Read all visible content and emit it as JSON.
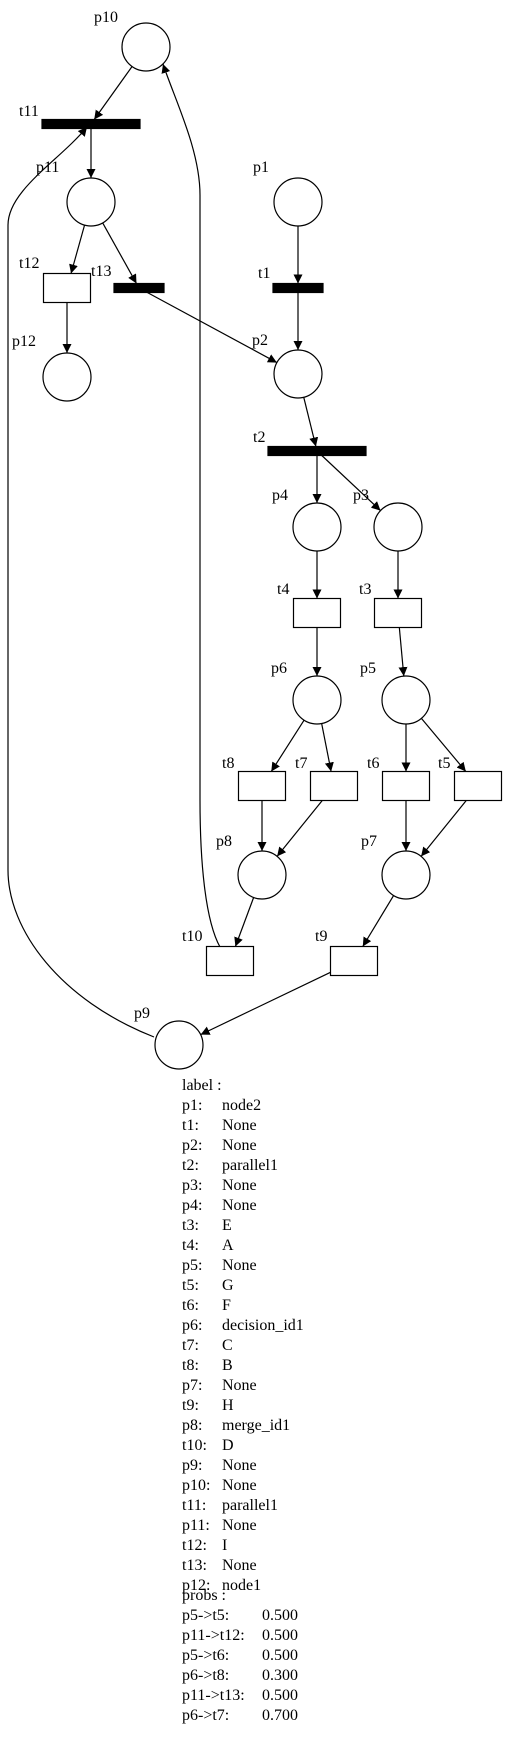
{
  "places": [
    {
      "id": "p1",
      "label": "p1"
    },
    {
      "id": "p2",
      "label": "p2"
    },
    {
      "id": "p3",
      "label": "p3"
    },
    {
      "id": "p4",
      "label": "p4"
    },
    {
      "id": "p5",
      "label": "p5"
    },
    {
      "id": "p6",
      "label": "p6"
    },
    {
      "id": "p7",
      "label": "p7"
    },
    {
      "id": "p8",
      "label": "p8"
    },
    {
      "id": "p9",
      "label": "p9"
    },
    {
      "id": "p10",
      "label": "p10"
    },
    {
      "id": "p11",
      "label": "p11"
    },
    {
      "id": "p12",
      "label": "p12"
    }
  ],
  "transitions": [
    {
      "id": "t1",
      "label": "t1",
      "kind": "bar"
    },
    {
      "id": "t2",
      "label": "t2",
      "kind": "bar"
    },
    {
      "id": "t3",
      "label": "t3",
      "kind": "box"
    },
    {
      "id": "t4",
      "label": "t4",
      "kind": "box"
    },
    {
      "id": "t5",
      "label": "t5",
      "kind": "box"
    },
    {
      "id": "t6",
      "label": "t6",
      "kind": "box"
    },
    {
      "id": "t7",
      "label": "t7",
      "kind": "box"
    },
    {
      "id": "t8",
      "label": "t8",
      "kind": "box"
    },
    {
      "id": "t9",
      "label": "t9",
      "kind": "box"
    },
    {
      "id": "t10",
      "label": "t10",
      "kind": "box"
    },
    {
      "id": "t11",
      "label": "t11",
      "kind": "bar"
    },
    {
      "id": "t12",
      "label": "t12",
      "kind": "box"
    },
    {
      "id": "t13",
      "label": "t13",
      "kind": "bar"
    }
  ],
  "arcs": [
    {
      "from": "p1",
      "to": "t1"
    },
    {
      "from": "t1",
      "to": "p2"
    },
    {
      "from": "p2",
      "to": "t2"
    },
    {
      "from": "t2",
      "to": "p4"
    },
    {
      "from": "t2",
      "to": "p3"
    },
    {
      "from": "p4",
      "to": "t4"
    },
    {
      "from": "p3",
      "to": "t3"
    },
    {
      "from": "t4",
      "to": "p6"
    },
    {
      "from": "t3",
      "to": "p5"
    },
    {
      "from": "p6",
      "to": "t8"
    },
    {
      "from": "p6",
      "to": "t7"
    },
    {
      "from": "p5",
      "to": "t6"
    },
    {
      "from": "p5",
      "to": "t5"
    },
    {
      "from": "t8",
      "to": "p8"
    },
    {
      "from": "t7",
      "to": "p8"
    },
    {
      "from": "t6",
      "to": "p7"
    },
    {
      "from": "t5",
      "to": "p7"
    },
    {
      "from": "p8",
      "to": "t10"
    },
    {
      "from": "p7",
      "to": "t9"
    },
    {
      "from": "t9",
      "to": "p9"
    },
    {
      "from": "t10",
      "to": "p10"
    },
    {
      "from": "p9",
      "to": "t11"
    },
    {
      "from": "p10",
      "to": "t11"
    },
    {
      "from": "t11",
      "to": "p11"
    },
    {
      "from": "p11",
      "to": "t12"
    },
    {
      "from": "p11",
      "to": "t13"
    },
    {
      "from": "t12",
      "to": "p12"
    },
    {
      "from": "t13",
      "to": "p2"
    }
  ],
  "legend": {
    "label_title": "label :",
    "labels": [
      {
        "key": "p1:",
        "value": "node2"
      },
      {
        "key": "t1:",
        "value": "None"
      },
      {
        "key": "p2:",
        "value": "None"
      },
      {
        "key": "t2:",
        "value": "parallel1"
      },
      {
        "key": "p3:",
        "value": "None"
      },
      {
        "key": "p4:",
        "value": "None"
      },
      {
        "key": "t3:",
        "value": "E"
      },
      {
        "key": "t4:",
        "value": "A"
      },
      {
        "key": "p5:",
        "value": "None"
      },
      {
        "key": "t5:",
        "value": "G"
      },
      {
        "key": "t6:",
        "value": "F"
      },
      {
        "key": "p6:",
        "value": "decision_id1"
      },
      {
        "key": "t7:",
        "value": "C"
      },
      {
        "key": "t8:",
        "value": "B"
      },
      {
        "key": "p7:",
        "value": "None"
      },
      {
        "key": "t9:",
        "value": "H"
      },
      {
        "key": "p8:",
        "value": "merge_id1"
      },
      {
        "key": "t10:",
        "value": "D"
      },
      {
        "key": "p9:",
        "value": "None"
      },
      {
        "key": "p10:",
        "value": "None"
      },
      {
        "key": "t11:",
        "value": "parallel1"
      },
      {
        "key": "p11:",
        "value": "None"
      },
      {
        "key": "t12:",
        "value": "I"
      },
      {
        "key": "t13:",
        "value": "None"
      },
      {
        "key": "p12:",
        "value": "node1"
      }
    ],
    "probs_title": "probs :",
    "probs": [
      {
        "key": "p5->t5:",
        "value": "0.500"
      },
      {
        "key": "p11->t12:",
        "value": "0.500"
      },
      {
        "key": "p5->t6:",
        "value": "0.500"
      },
      {
        "key": "p6->t8:",
        "value": "0.300"
      },
      {
        "key": "p11->t13:",
        "value": "0.500"
      },
      {
        "key": "p6->t7:",
        "value": "0.700"
      }
    ]
  }
}
